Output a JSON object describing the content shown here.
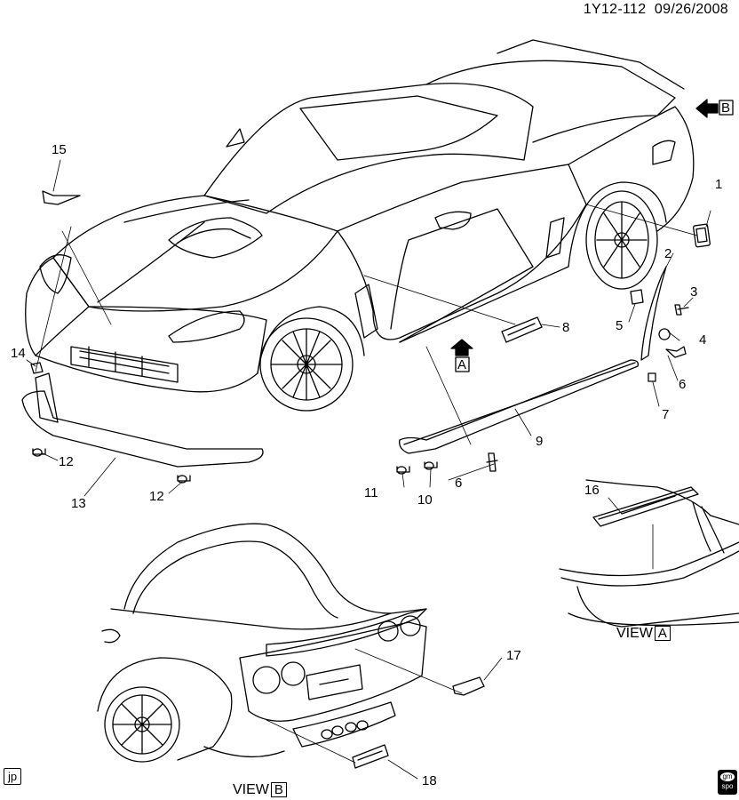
{
  "header": {
    "code": "1Y12-112",
    "date": "09/26/2008"
  },
  "callouts": [
    "1",
    "2",
    "3",
    "4",
    "5",
    "6",
    "7",
    "8",
    "9",
    "10",
    "11",
    "12",
    "13",
    "14",
    "15",
    "16",
    "17",
    "18"
  ],
  "views": {
    "a": {
      "label": "VIEW",
      "letter": "A"
    },
    "b": {
      "label": "VIEW",
      "letter": "B"
    }
  },
  "markers": {
    "arrow_a": "A",
    "arrow_b": "B"
  },
  "corner_tag": "jp",
  "logo_text": "gm spo"
}
